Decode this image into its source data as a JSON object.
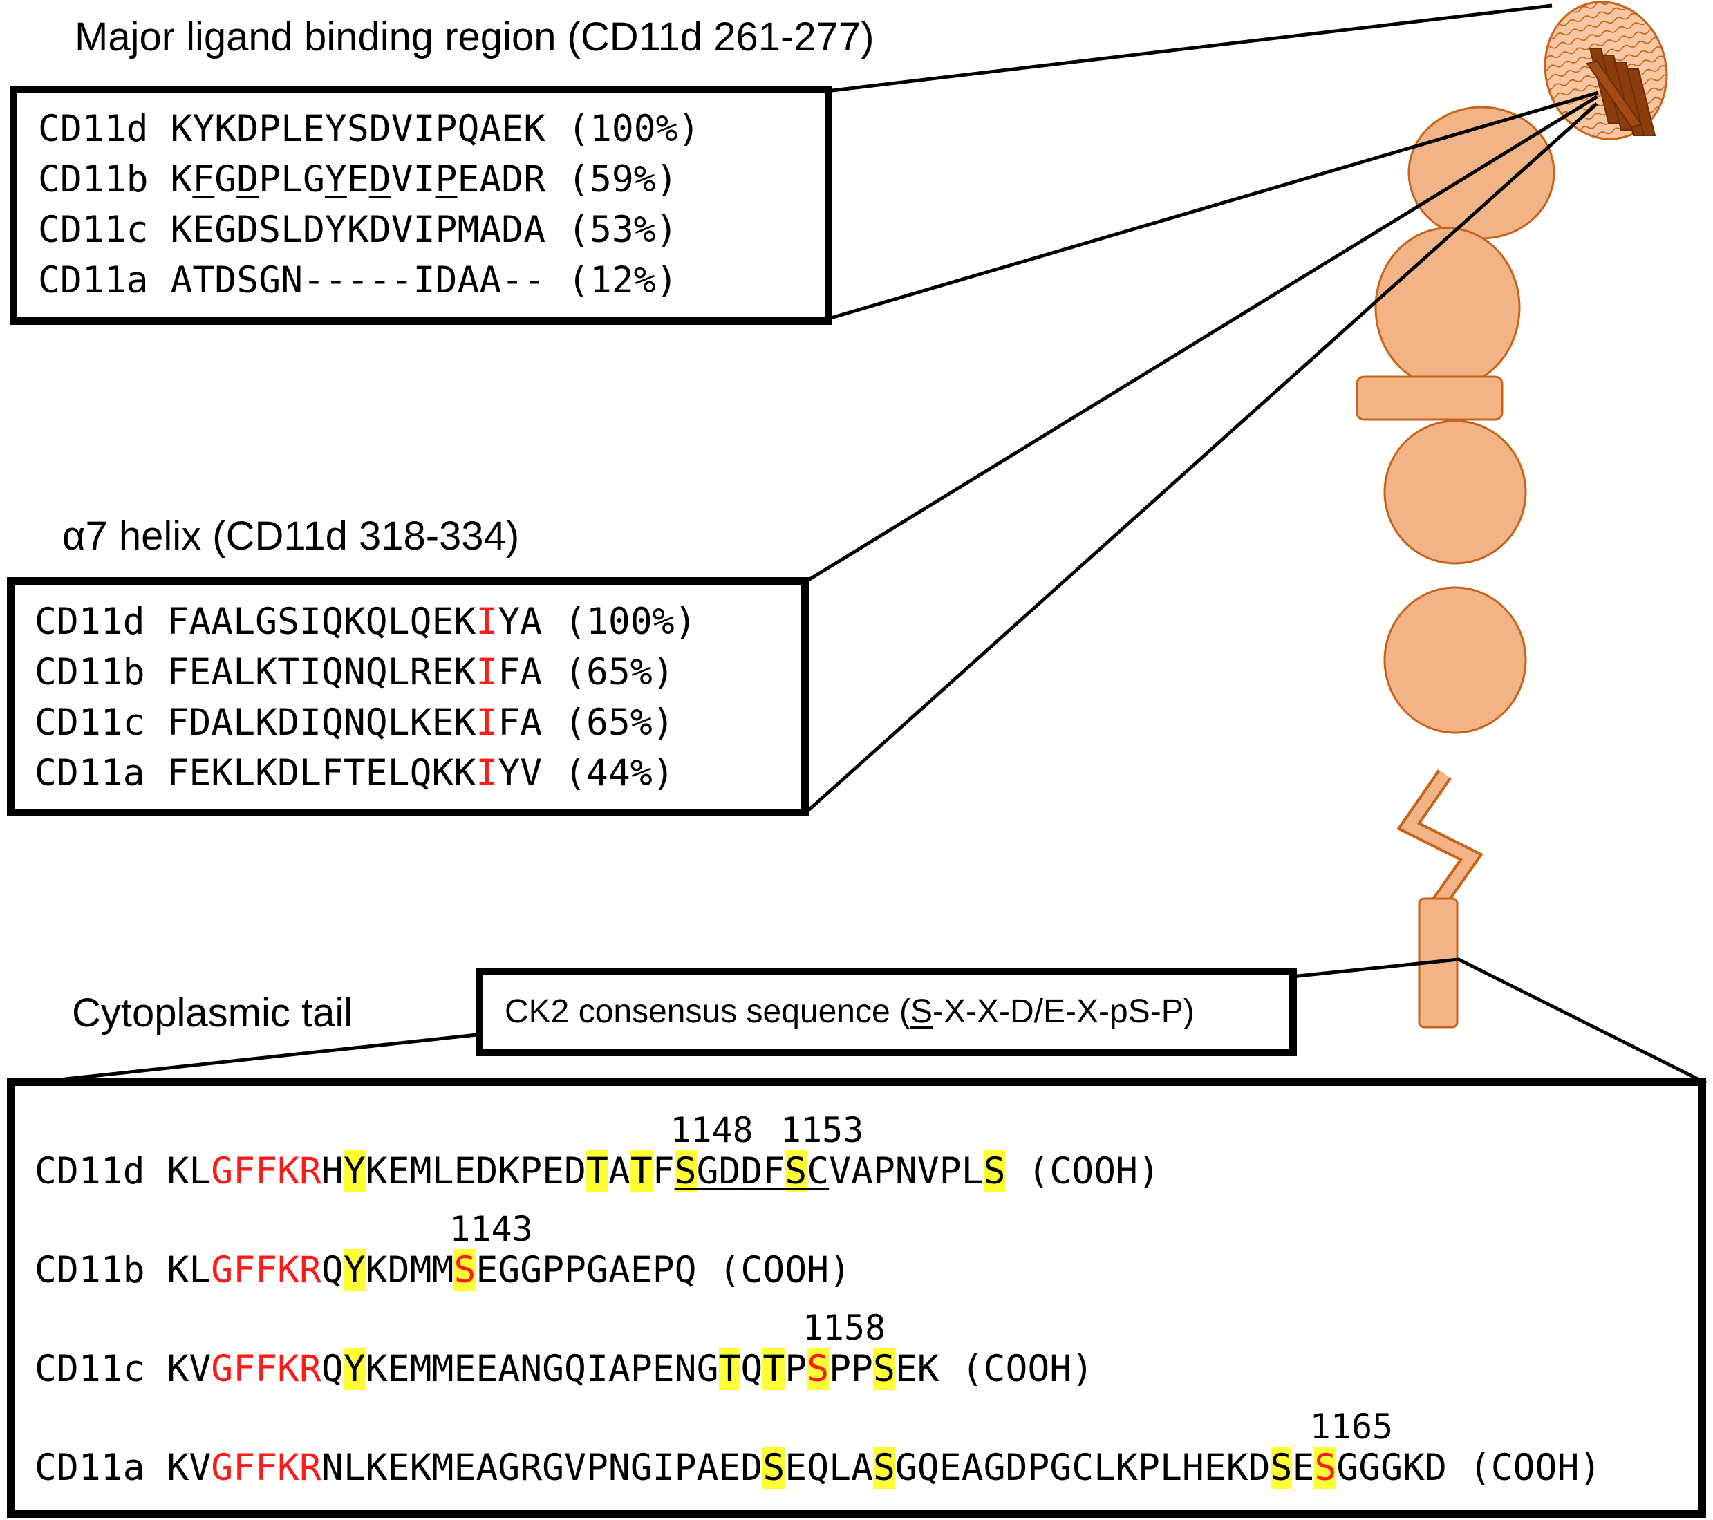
{
  "ligand": {
    "title": "Major ligand binding region (CD11d 261-277)",
    "rows": [
      {
        "name": "CD11d",
        "seq": "KYKDPLEYSDVIPQAEK",
        "pct": "(100%)",
        "underline": []
      },
      {
        "name": "CD11b",
        "seq": "KFGDPLGYEDVIPEADR",
        "pct": "(59%)",
        "underline": [
          1,
          3,
          7,
          9,
          12
        ]
      },
      {
        "name": "CD11c",
        "seq": "KEGDSLDYKDVIPMADA",
        "pct": "(53%)",
        "underline": []
      },
      {
        "name": "CD11a",
        "seq": "ATDSGN-----IDAA--",
        "pct": "(12%)",
        "underline": []
      }
    ]
  },
  "helix": {
    "title": "α7 helix (CD11d 318-334)",
    "rows": [
      {
        "name": "CD11d",
        "seq": "FAALGSIQKQLQEKIYA",
        "pct": "(100%)",
        "red": [
          14
        ]
      },
      {
        "name": "CD11b",
        "seq": "FEALKTIQNQLREKIFA",
        "pct": "(65%)",
        "red": [
          14
        ]
      },
      {
        "name": "CD11c",
        "seq": "FDALKDIQNQLKEKIFA",
        "pct": "(65%)",
        "red": [
          14
        ]
      },
      {
        "name": "CD11a",
        "seq": "FEKLKDLFTELQKKIYV",
        "pct": "(44%)",
        "red": [
          14
        ]
      }
    ]
  },
  "tail": {
    "title": "Cytoplasmic tail",
    "ck2": {
      "prefix": "CK2 consensus sequence (",
      "underlined": "S",
      "suffix": "-X-X-D/E-X-pS-P)"
    },
    "rows": [
      {
        "name": "CD11d",
        "seq": "KLGFFKRHYKEMLEDKPEDTATFSGDDFSCVAPNVPLS",
        "suffix": "(COOH)",
        "red": [
          2,
          3,
          4,
          5,
          6
        ],
        "highlight": [
          8,
          19,
          21,
          23,
          28,
          37
        ],
        "redHighlight": [],
        "underlineRange": [
          23,
          29
        ],
        "labels": [
          {
            "text": "1148",
            "pos": 23
          },
          {
            "text": "1153",
            "pos": 28
          }
        ]
      },
      {
        "name": "CD11b",
        "seq": "KLGFFKRQYKDMMSEGGPPGAEPQ",
        "suffix": "(COOH)",
        "red": [
          2,
          3,
          4,
          5,
          6
        ],
        "highlight": [
          8
        ],
        "redHighlight": [
          13
        ],
        "underlineRange": [],
        "labels": [
          {
            "text": "1143",
            "pos": 13
          }
        ]
      },
      {
        "name": "CD11c",
        "seq": "KVGFFKRQYKEMMEEANGQIAPENGTQTPSPPSEK",
        "suffix": "(COOH)",
        "red": [
          2,
          3,
          4,
          5,
          6
        ],
        "highlight": [
          8,
          25,
          27,
          32
        ],
        "redHighlight": [
          29
        ],
        "underlineRange": [],
        "labels": [
          {
            "text": "1158",
            "pos": 29
          }
        ]
      },
      {
        "name": "CD11a",
        "seq": "KVGFFKRNLKEKMEAGRGVPNGIPAEDSEQLASGQEAGDPGCLKPLHEKDSESGGGKD",
        "suffix": "(COOH)",
        "red": [
          2,
          3,
          4,
          5,
          6
        ],
        "highlight": [
          27,
          32,
          50
        ],
        "redHighlight": [
          52
        ],
        "underlineRange": [],
        "labels": [
          {
            "text": "1165",
            "pos": 52
          }
        ]
      }
    ]
  },
  "colors": {
    "protein_fill": "#f2b387",
    "protein_stroke": "#c8641a",
    "helix_dark": "#8b3e0c",
    "residue_red": "#ff1a1a",
    "highlight": "#ffff33"
  }
}
